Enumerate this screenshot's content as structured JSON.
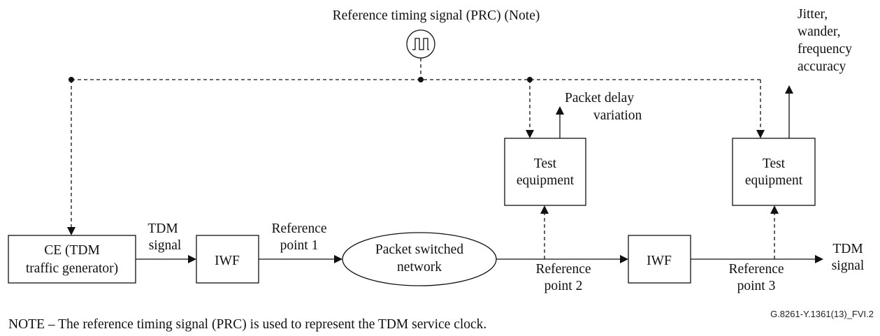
{
  "title": "Reference timing signal (PRC) (Note)",
  "boxes": {
    "ce_line1": "CE (TDM",
    "ce_line2": "traffic generator)",
    "iwf1": "IWF",
    "iwf2": "IWF",
    "psn_line1": "Packet switched",
    "psn_line2": "network",
    "test1_line1": "Test",
    "test1_line2": "equipment",
    "test2_line1": "Test",
    "test2_line2": "equipment"
  },
  "labels": {
    "tdm_in_1": "TDM",
    "tdm_in_2": "signal",
    "ref1_1": "Reference",
    "ref1_2": "point 1",
    "ref2_1": "Reference",
    "ref2_2": "point 2",
    "ref3_1": "Reference",
    "ref3_2": "point 3",
    "tdm_out_1": "TDM",
    "tdm_out_2": "signal",
    "pdv_1": "Packet delay",
    "pdv_2": "variation",
    "jitter_1": "Jitter,",
    "jitter_2": "wander,",
    "jitter_3": "frequency",
    "jitter_4": "accuracy"
  },
  "note": "NOTE – The reference timing signal (PRC) is used to represent the TDM service clock.",
  "figure_ref": "G.8261-Y.1361(13)_FVI.2",
  "icons": {
    "clock": "square-wave-clock-icon"
  }
}
